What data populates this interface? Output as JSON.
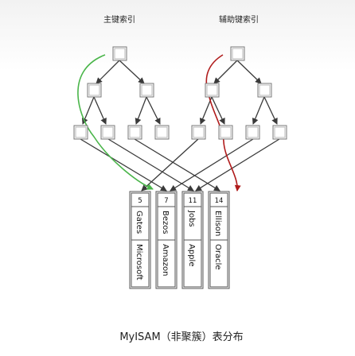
{
  "labels": {
    "primary_index": "主键索引",
    "secondary_index": "辅助键索引",
    "caption": "MyISAM（非聚簇）表分布"
  },
  "records": [
    {
      "id": "5",
      "name": "Gates",
      "company": "Microsoft"
    },
    {
      "id": "7",
      "name": "Bezos",
      "company": "Amazon"
    },
    {
      "id": "11",
      "name": "Jobs",
      "company": "Apple"
    },
    {
      "id": "14",
      "name": "Ellison",
      "company": "Oracle"
    }
  ],
  "colors": {
    "primary_highlight": "#4ab54a",
    "secondary_highlight": "#b01b1b",
    "edge": "#3a3a3a"
  }
}
